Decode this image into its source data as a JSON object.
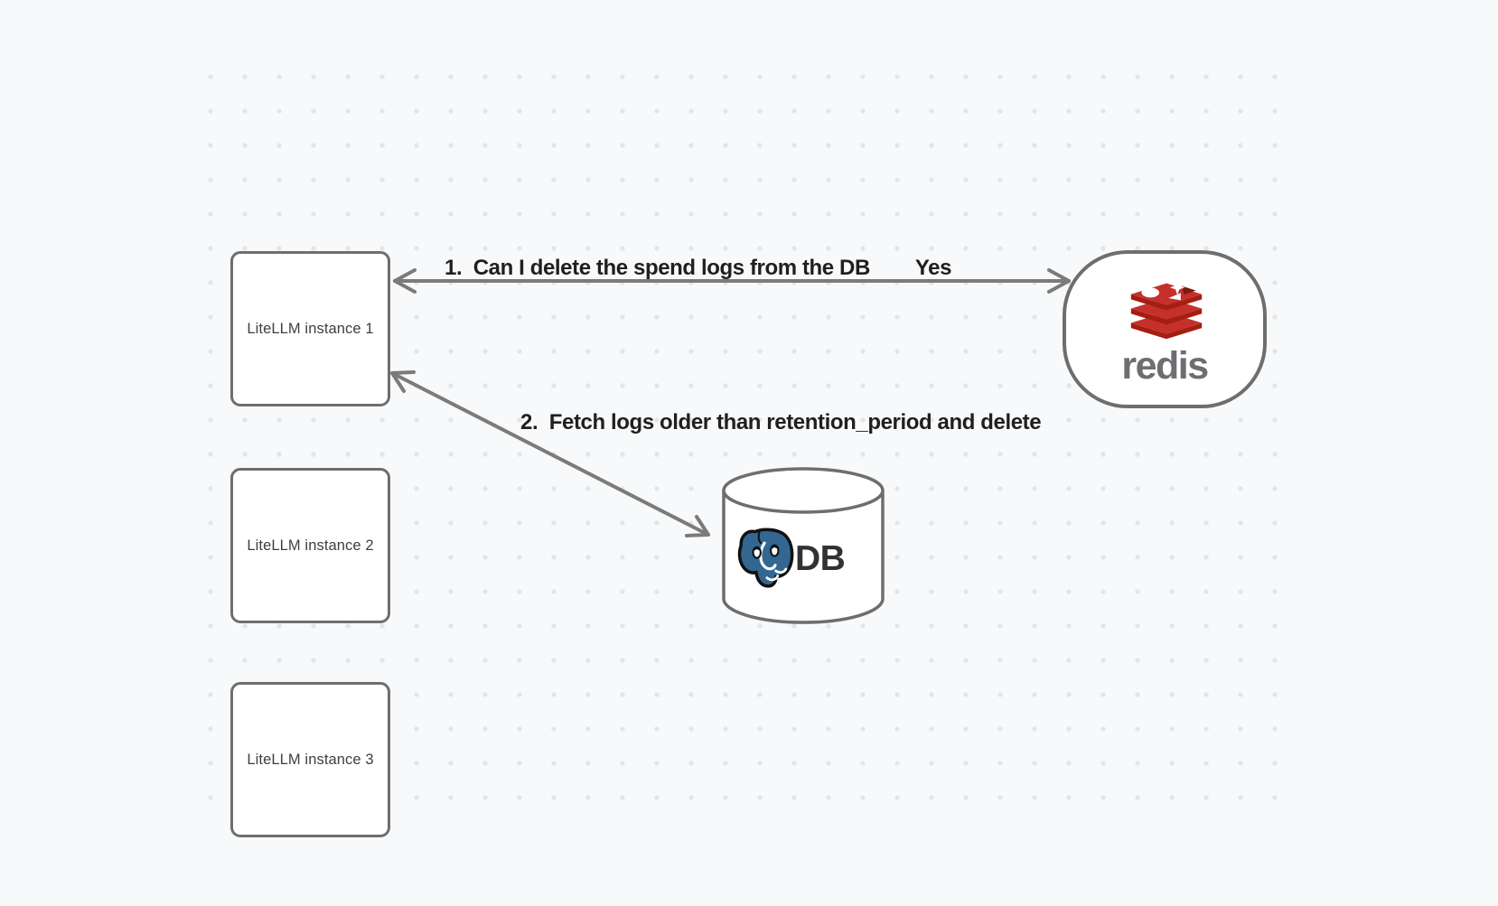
{
  "canvas": {
    "background": "#f8f9fa",
    "dot_color": "#e4e5e7"
  },
  "palette": {
    "shape_stroke": "#6e6e6e",
    "arrow_stroke": "#7b7b7b",
    "arrow_label_text": "#1f1f1f",
    "node_label_text": "#3f4040",
    "redis_red": "#c6302b",
    "redis_dark_red": "#a41e11",
    "redis_wordmark_gray": "#6d6e71",
    "postgres_blue": "#336791",
    "db_label_text": "#323232"
  },
  "nodes": {
    "instances": [
      {
        "label": "LiteLLM instance 1"
      },
      {
        "label": "LiteLLM instance 2"
      },
      {
        "label": "LiteLLM instance 3"
      }
    ],
    "redis": {
      "wordmark": "redis"
    },
    "database": {
      "label": "DB"
    }
  },
  "arrows": {
    "redis_check": {
      "label": "1.  Can I delete the spend logs from the DB",
      "answer": "Yes"
    },
    "db_fetch": {
      "label": "2.  Fetch logs older than retention_period and delete"
    }
  }
}
